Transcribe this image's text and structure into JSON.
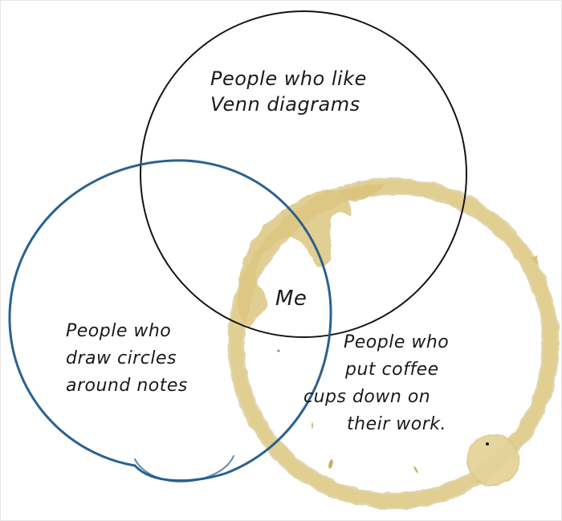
{
  "diagram": {
    "type": "venn",
    "background": "#ffffff",
    "sets": [
      {
        "id": "venn-lovers",
        "label_lines": [
          "People who like",
          "Venn diagrams"
        ],
        "stroke_color": "#111111",
        "style": "thin black pen circle"
      },
      {
        "id": "circle-drawers",
        "label_lines": [
          "People who",
          "draw circles",
          "around notes"
        ],
        "stroke_color": "#1f5a8a",
        "style": "blue pen circle with overlapping stroke"
      },
      {
        "id": "coffee-stainers",
        "label_lines": [
          "People who",
          "put coffee",
          "cups down on",
          "their work."
        ],
        "stroke_color": "#d6c07a",
        "style": "coffee cup ring stain"
      }
    ],
    "intersection": {
      "label": "Me"
    }
  }
}
